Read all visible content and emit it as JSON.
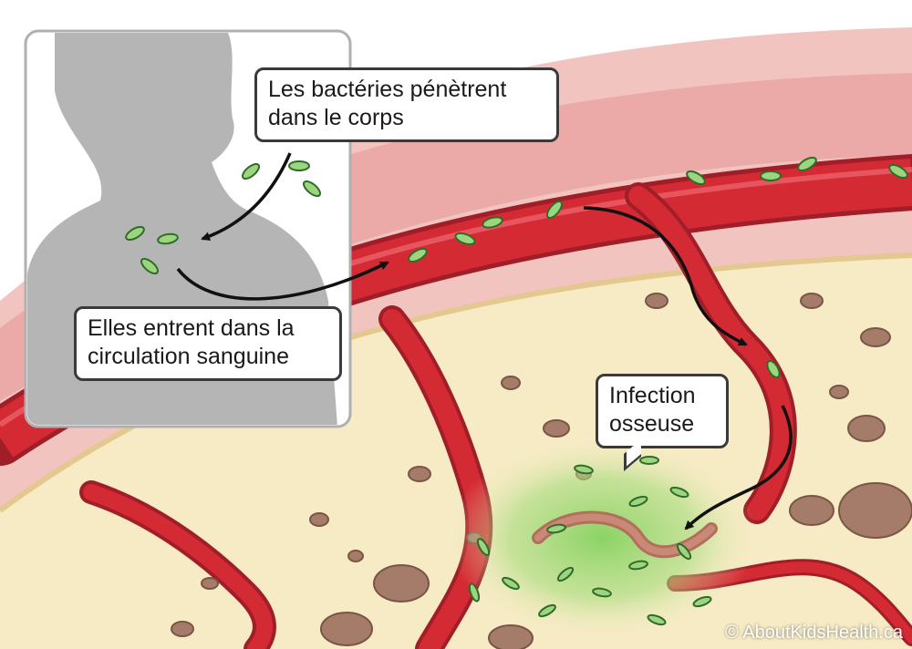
{
  "labels": {
    "entry": {
      "line1": "Les bactéries pénètrent",
      "line2": "dans le corps"
    },
    "bloodstream": {
      "line1": "Elles entrent dans la",
      "line2": "circulation sanguine"
    },
    "bone": {
      "line1": "Infection",
      "line2": "osseuse"
    }
  },
  "credit": "© AboutKidsHealth.ca",
  "colors": {
    "skin_outer": "#f2c4c0",
    "skin_inner": "#e9a3a0",
    "blood_vessel": "#d42a34",
    "blood_vessel_dark": "#a01e28",
    "bone_marrow": "#f6ebc4",
    "bone_pores": "#a57c6a",
    "infection": "#7fd05a",
    "bacteria": "#9bd67e",
    "silhouette": "#b5b5b5",
    "arrow": "#111111"
  },
  "icons": {
    "person": "child-silhouette-icon",
    "bacteria": "bacteria-icon",
    "arrow": "arrow-icon"
  }
}
